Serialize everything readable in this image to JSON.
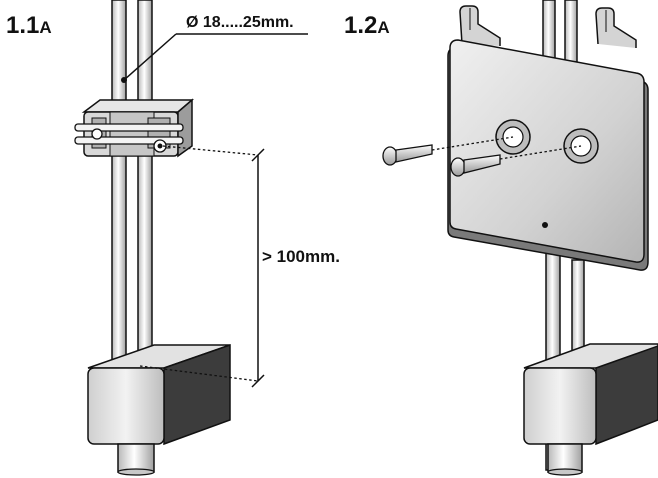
{
  "panels": [
    {
      "id": "1.1",
      "label_number": "1.1",
      "label_letter": "A",
      "annotations": {
        "diameter": "Ø 18.....25mm.",
        "spacing": "> 100mm."
      }
    },
    {
      "id": "1.2",
      "label_number": "1.2",
      "label_letter": "A"
    }
  ],
  "colors": {
    "ink": "#111111",
    "metal_light": "#e4e4e4",
    "metal_mid": "#b9b9b9",
    "metal_dark": "#6f6f6f",
    "block_dark": "#3c3c3c"
  },
  "icons": [
    "clamp-bracket",
    "screw",
    "mounting-plate",
    "base-block",
    "pole"
  ]
}
